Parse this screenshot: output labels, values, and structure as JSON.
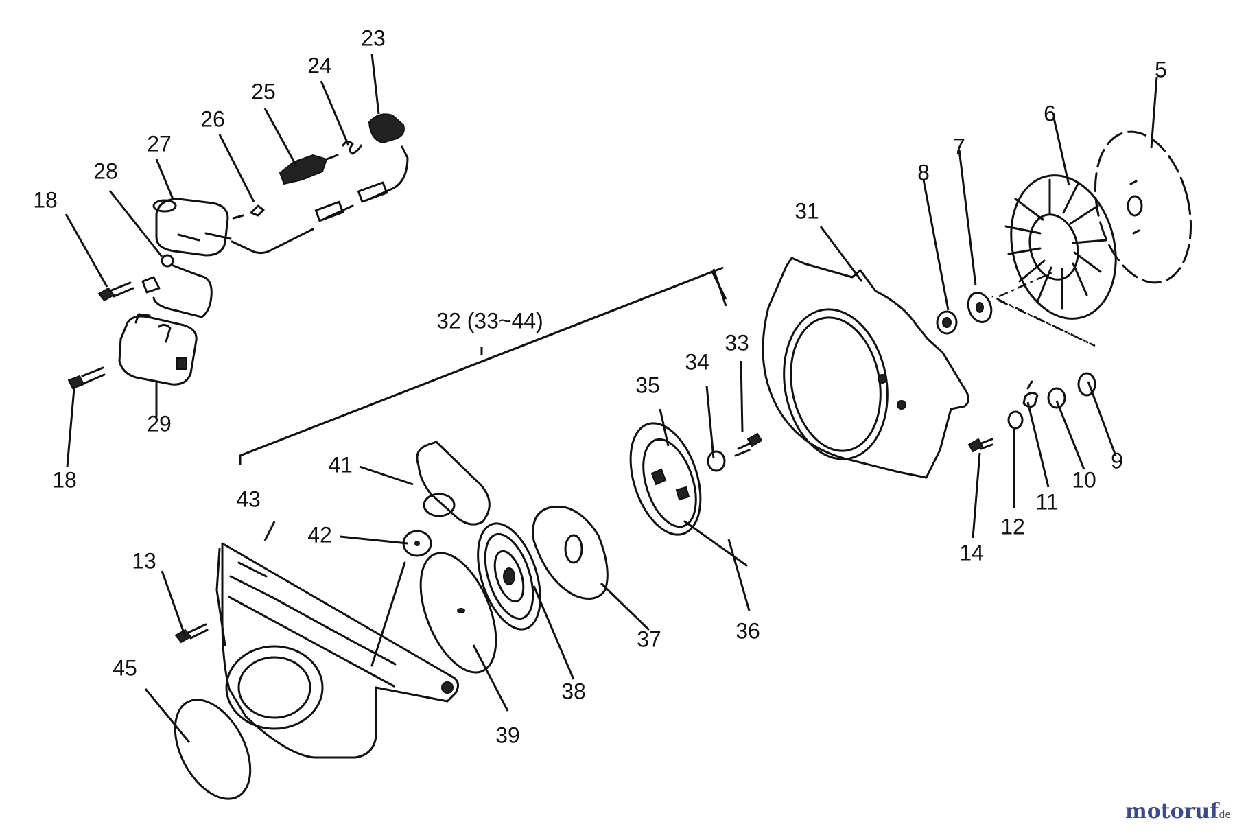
{
  "diagram": {
    "callouts": [
      {
        "id": "5",
        "label": "5"
      },
      {
        "id": "6",
        "label": "6"
      },
      {
        "id": "7",
        "label": "7"
      },
      {
        "id": "8",
        "label": "8"
      },
      {
        "id": "9",
        "label": "9"
      },
      {
        "id": "10",
        "label": "10"
      },
      {
        "id": "11",
        "label": "11"
      },
      {
        "id": "12",
        "label": "12"
      },
      {
        "id": "13",
        "label": "13"
      },
      {
        "id": "14",
        "label": "14"
      },
      {
        "id": "18a",
        "label": "18"
      },
      {
        "id": "18b",
        "label": "18"
      },
      {
        "id": "23",
        "label": "23"
      },
      {
        "id": "24",
        "label": "24"
      },
      {
        "id": "25",
        "label": "25"
      },
      {
        "id": "26",
        "label": "26"
      },
      {
        "id": "27",
        "label": "27"
      },
      {
        "id": "28",
        "label": "28"
      },
      {
        "id": "29",
        "label": "29"
      },
      {
        "id": "31",
        "label": "31"
      },
      {
        "id": "32",
        "label": "32 (33~44)"
      },
      {
        "id": "33a",
        "label": "33"
      },
      {
        "id": "34",
        "label": "34"
      },
      {
        "id": "35",
        "label": "35"
      },
      {
        "id": "36",
        "label": "36"
      },
      {
        "id": "37",
        "label": "37"
      },
      {
        "id": "38",
        "label": "38"
      },
      {
        "id": "39",
        "label": "39"
      },
      {
        "id": "41",
        "label": "41"
      },
      {
        "id": "42",
        "label": "42"
      },
      {
        "id": "43",
        "label": "43"
      },
      {
        "id": "45",
        "label": "45"
      }
    ]
  },
  "watermark": {
    "brand": "motoruf",
    "tld": ".de",
    "color_brand": "#3b4a8a",
    "color_tld": "#555555"
  }
}
